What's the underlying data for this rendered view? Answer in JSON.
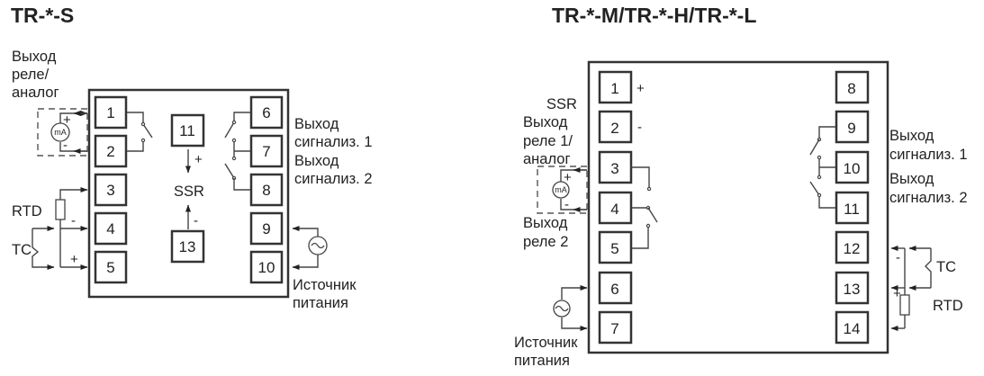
{
  "diagram_s": {
    "title": "TR-*-S",
    "terminals": [
      "1",
      "2",
      "3",
      "4",
      "5",
      "6",
      "7",
      "8",
      "9",
      "10",
      "11",
      "13"
    ],
    "labels": {
      "relay_analog": [
        "Выход",
        "реле/",
        "аналог"
      ],
      "alarm1": [
        "Выход",
        "сигнализ. 1"
      ],
      "alarm2": [
        "Выход",
        "сигнализ. 2"
      ],
      "power": [
        "Источник",
        "питания"
      ],
      "rtd": "RTD",
      "tc": "TC",
      "ssr": "SSR",
      "ma": "mA",
      "plus": "+",
      "minus": "-"
    }
  },
  "diagram_mhl": {
    "title": "TR-*-M/TR-*-H/TR-*-L",
    "terminals": [
      "1",
      "2",
      "3",
      "4",
      "5",
      "6",
      "7",
      "8",
      "9",
      "10",
      "11",
      "12",
      "13",
      "14"
    ],
    "labels": {
      "ssr": "SSR",
      "relay1_analog": [
        "Выход",
        "реле 1/",
        "аналог"
      ],
      "relay2": [
        "Выход",
        "реле 2"
      ],
      "alarm1": [
        "Выход",
        "сигнализ. 1"
      ],
      "alarm2": [
        "Выход",
        "сигнализ. 2"
      ],
      "power": [
        "Источник",
        "питания"
      ],
      "tc": "TC",
      "rtd": "RTD",
      "ma": "mA",
      "plus": "+",
      "minus": "-"
    }
  }
}
